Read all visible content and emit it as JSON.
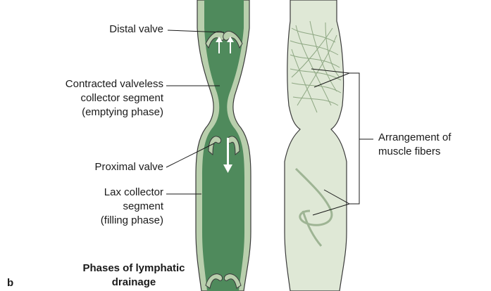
{
  "figure": {
    "panel_letter": "b",
    "title_lines": [
      "Phases of lymphatic",
      "drainage"
    ]
  },
  "labels": {
    "distal_valve": [
      "Distal valve"
    ],
    "contracted_segment": [
      "Contracted valveless",
      "collector segment",
      "(emptying phase)"
    ],
    "proximal_valve": [
      "Proximal valve"
    ],
    "lax_segment": [
      "Lax collector",
      "segment",
      "(filling phase)"
    ],
    "muscle_fibers": [
      "Arrangement of",
      "muscle fibers"
    ]
  },
  "colors": {
    "lumen": "#4f8a5c",
    "wall": "#b9cfad",
    "outline": "#3a3a3a",
    "fiber_vessel": "#dfe8d6",
    "fiber_lines": "#8fa884"
  }
}
